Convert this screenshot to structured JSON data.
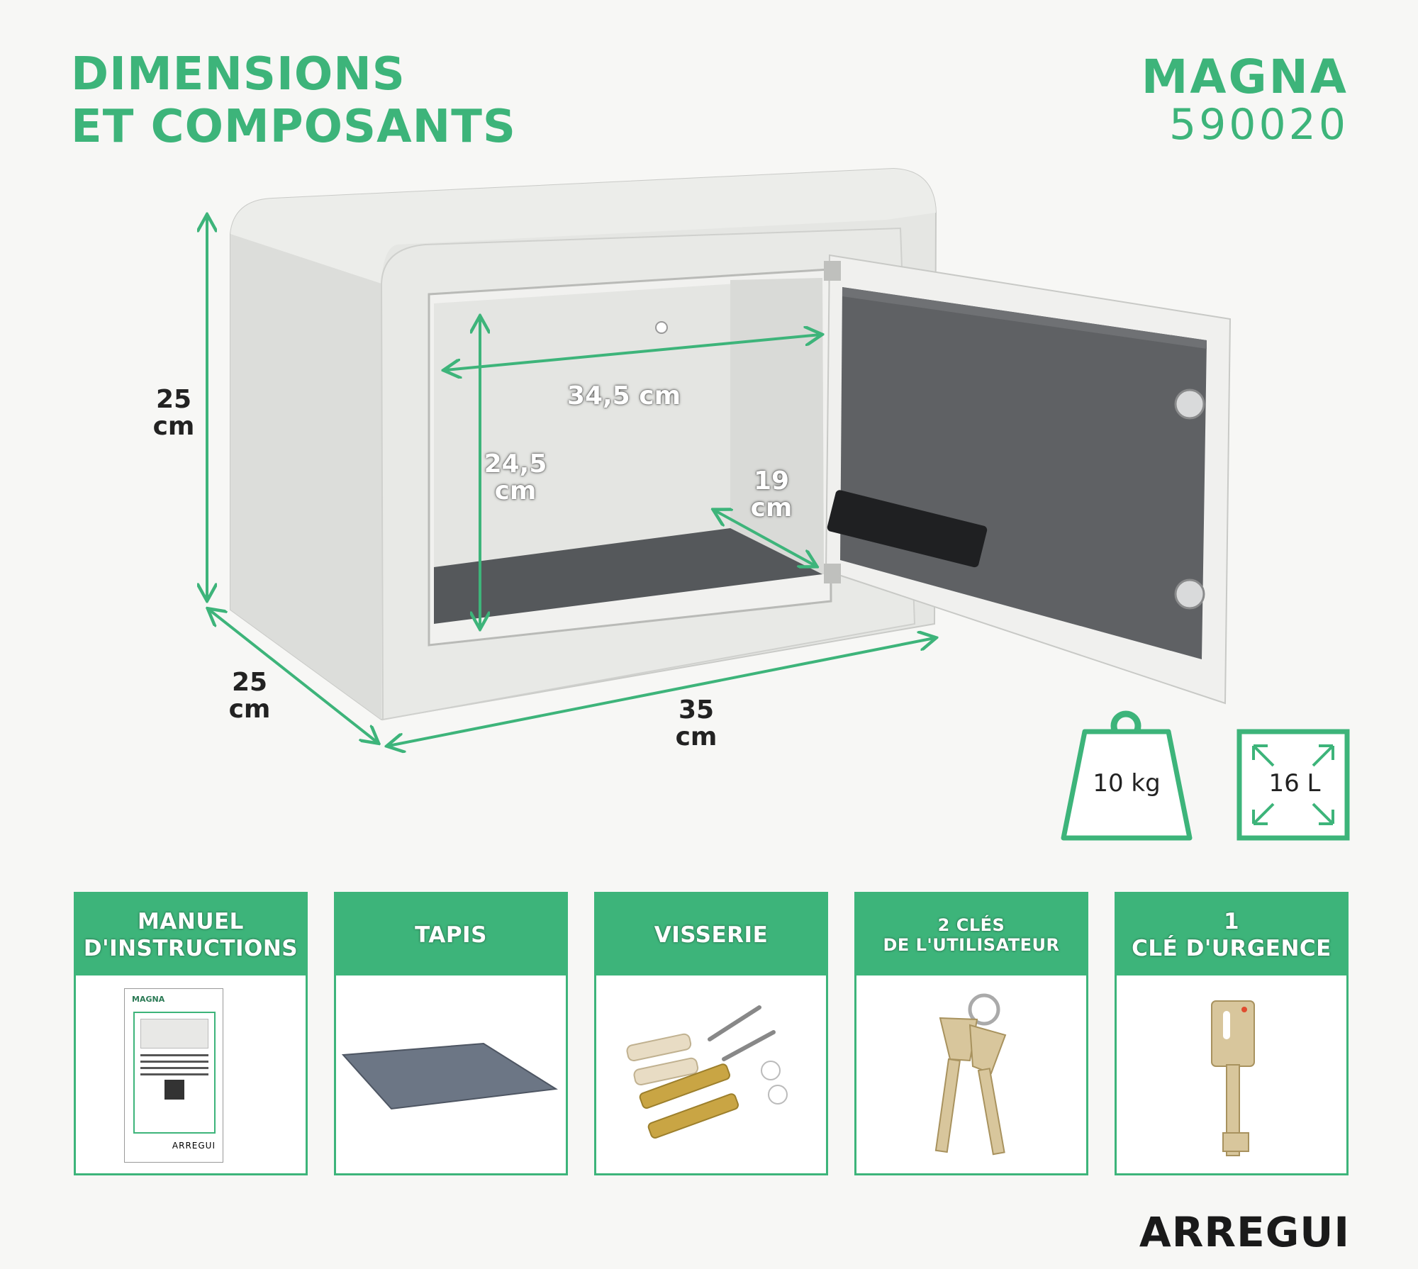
{
  "header": {
    "title_line1": "DIMENSIONS",
    "title_line2": "ET COMPOSANTS"
  },
  "model": {
    "name": "MAGNA",
    "number": "590020"
  },
  "dimensions": {
    "outer_height": {
      "value": "25",
      "unit": "cm"
    },
    "outer_depth": {
      "value": "25",
      "unit": "cm"
    },
    "outer_width": {
      "value": "35",
      "unit": "cm"
    },
    "inner_width": "34,5 cm",
    "inner_height": {
      "value": "24,5",
      "unit": "cm"
    },
    "inner_depth": {
      "value": "19",
      "unit": "cm"
    }
  },
  "specs": {
    "weight": "10 kg",
    "volume": "16 L"
  },
  "components": [
    {
      "line1": "MANUEL",
      "line2": "D'INSTRUCTIONS"
    },
    {
      "line1": "TAPIS",
      "line2": ""
    },
    {
      "line1": "VISSERIE",
      "line2": ""
    },
    {
      "line1": "2 CLÉS",
      "line2": "DE L'UTILISATEUR"
    },
    {
      "line1": "1",
      "line2": "CLÉ D'URGENCE"
    }
  ],
  "manual": {
    "brand": "MAGNA",
    "logo": "ARREGUI"
  },
  "brand": "ARREGUI",
  "colors": {
    "accent": "#3db47a",
    "safe_body": "#e8e9e6",
    "door_panel": "#5f6164"
  }
}
